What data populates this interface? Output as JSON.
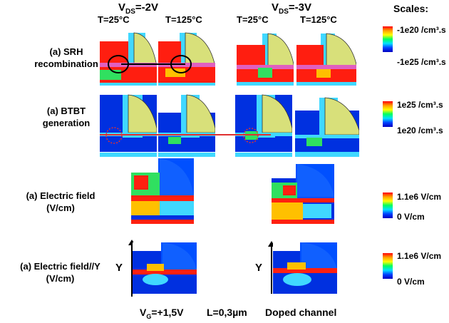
{
  "header": {
    "vds_left_prefix": "V",
    "vds_left_sub": "DS",
    "vds_left_value": "=-2V",
    "vds_right_prefix": "V",
    "vds_right_sub": "DS",
    "vds_right_value": "=-3V",
    "temps": [
      "T=25°C",
      "T=125°C",
      "T=25°C",
      "T=125°C"
    ],
    "scales_title": "Scales:"
  },
  "rows": [
    {
      "label_line1": "(a) SRH",
      "label_line2": "recombination",
      "scale_top": "-1e20 /cm³.s",
      "scale_bottom": "-1e25 /cm³.s"
    },
    {
      "label_line1": "(a) BTBT",
      "label_line2": "generation",
      "scale_top": "1e25 /cm³.s",
      "scale_bottom": "1e20 /cm³.s"
    },
    {
      "label_line1": "(a) Electric field",
      "label_line2": "(V/cm)",
      "scale_top": "1.1e6 V/cm",
      "scale_bottom": "0 V/cm"
    },
    {
      "label_line1": "(a)  Electric field//Y",
      "label_line2": "(V/cm)",
      "scale_top": "1.1e6 V/cm",
      "scale_bottom": "0 V/cm"
    }
  ],
  "axis_y_label": "Y",
  "footer": {
    "vg_prefix": "V",
    "vg_sub": "G",
    "vg_value": "=+1,5V",
    "length": "L=0,3µm",
    "channel": "Doped channel"
  },
  "colors": {
    "gate_yellow": "#d8e07a",
    "oxide_cyan": "#40d8ff",
    "red": "#ff2010",
    "blue": "#0030e0",
    "green": "#30e060"
  }
}
